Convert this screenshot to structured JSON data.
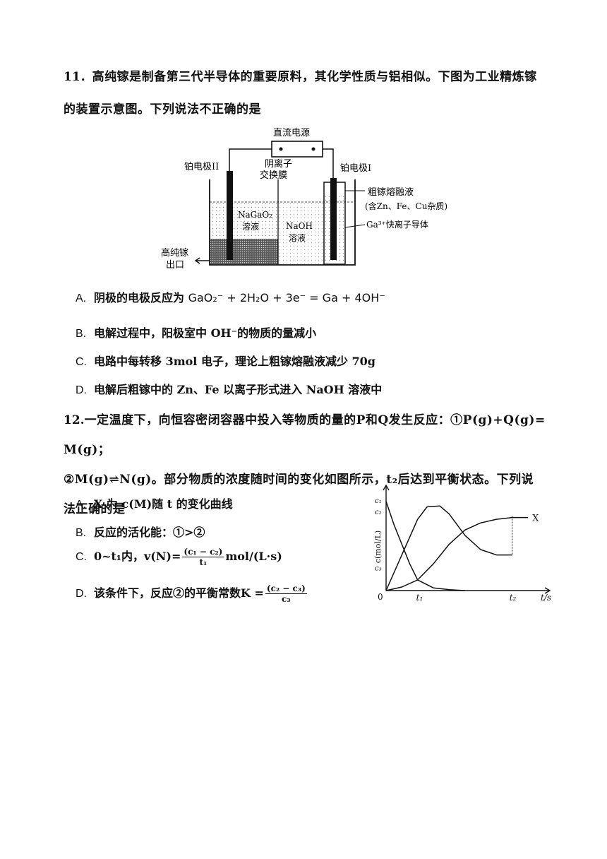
{
  "q11": {
    "number": "11．",
    "stem_line1": "高纯镓是制备第三代半导体的重要原料，其化学性质与铝相似。下图为工业精炼镓",
    "stem_line2": "的装置示意图。下列说法不正确的是",
    "diagram": {
      "power": "直流电源",
      "left_electrode": "铂电极II",
      "membrane_line1": "阴离子",
      "membrane_line2": "交换膜",
      "right_electrode": "铂电极I",
      "crude_line1": "粗镓熔融液",
      "crude_line2": "(含Zn、Fe、Cu杂质)",
      "conductor": "Ga³⁺快离子导体",
      "left_sol_line1": "NaGaO₂",
      "left_sol_line2": "溶液",
      "mid_sol_line1": "NaOH",
      "mid_sol_line2": "溶液",
      "outlet_line1": "高纯镓",
      "outlet_line2": "出口"
    },
    "options": {
      "A_label": "A.",
      "A_text": "阴极的电极反应为",
      "A_eq": "GaO₂⁻ + 2H₂O + 3e⁻ = Ga + 4OH⁻",
      "B_label": "B.",
      "B_text": "电解过程中，阳极室中 OH⁻的物质的量减小",
      "C_label": "C.",
      "C_text": "电路中每转移 3mol 电子，理论上粗镓熔融液减少 70g",
      "D_label": "D.",
      "D_text": "电解后粗镓中的 Zn、Fe 以离子形式进入 NaOH 溶液中"
    }
  },
  "q12": {
    "number": "12.",
    "stem_line1": "一定温度下，向恒容密闭容器中投入等物质的量的P和Q发生反应：①P(g)+Q(g)= M(g)；",
    "stem_line2": "②M(g)⇌N(g)。部分物质的浓度随时间的变化如图所示，t₂后达到平衡状态。下列说",
    "stem_line3": "法正确的是",
    "options": {
      "A_label": "A.",
      "A_text": "X 为 c(M)随 t 的变化曲线",
      "B_label": "B.",
      "B_text": "反应的活化能：①>②",
      "C_label": "C.",
      "C_text_pre": "0~t₁内，v(N)=",
      "C_frac_top": "(c₁ − c₂)",
      "C_frac_bot": "t₁",
      "C_text_post": "mol/(L·s)",
      "D_label": "D.",
      "D_text_pre": "该条件下，反应②的平衡常数K =",
      "D_frac_top": "(c₂ − c₃)",
      "D_frac_bot": "c₃"
    }
  },
  "chart_data": {
    "type": "line",
    "title": "",
    "xlabel": "t/s",
    "ylabel": "c(mol/L)",
    "origin_label": "0",
    "x_ticks": [
      "t₁",
      "t₂"
    ],
    "y_ticks": [
      "c₁",
      "c₂",
      "c₃"
    ],
    "series_label": "X",
    "series": [
      {
        "x": [
          0,
          0.25,
          0.5,
          0.75,
          1.0,
          1.5,
          2.0,
          2.5
        ],
        "values": [
          1.0,
          0.74,
          0.52,
          0.3,
          0.12,
          0.03,
          0.01,
          0.0
        ]
      },
      {
        "x": [
          0,
          0.5,
          1.0,
          1.3,
          1.7,
          2.0,
          2.5,
          3.0,
          3.5,
          4.0
        ],
        "values": [
          0.0,
          0.4,
          0.8,
          0.94,
          0.95,
          0.86,
          0.62,
          0.46,
          0.4,
          0.4
        ]
      },
      {
        "x": [
          0,
          0.5,
          1.0,
          1.5,
          2.0,
          2.5,
          3.0,
          3.5,
          4.0,
          4.5
        ],
        "values": [
          0.0,
          0.04,
          0.12,
          0.3,
          0.52,
          0.68,
          0.76,
          0.8,
          0.82,
          0.82
        ]
      }
    ],
    "t1": 1.0,
    "t2": 4.0,
    "c1": 1.0,
    "c2": 0.95,
    "c3": 0.4,
    "xlim": [
      0,
      4.7
    ],
    "ylim": [
      0,
      1.15
    ]
  }
}
